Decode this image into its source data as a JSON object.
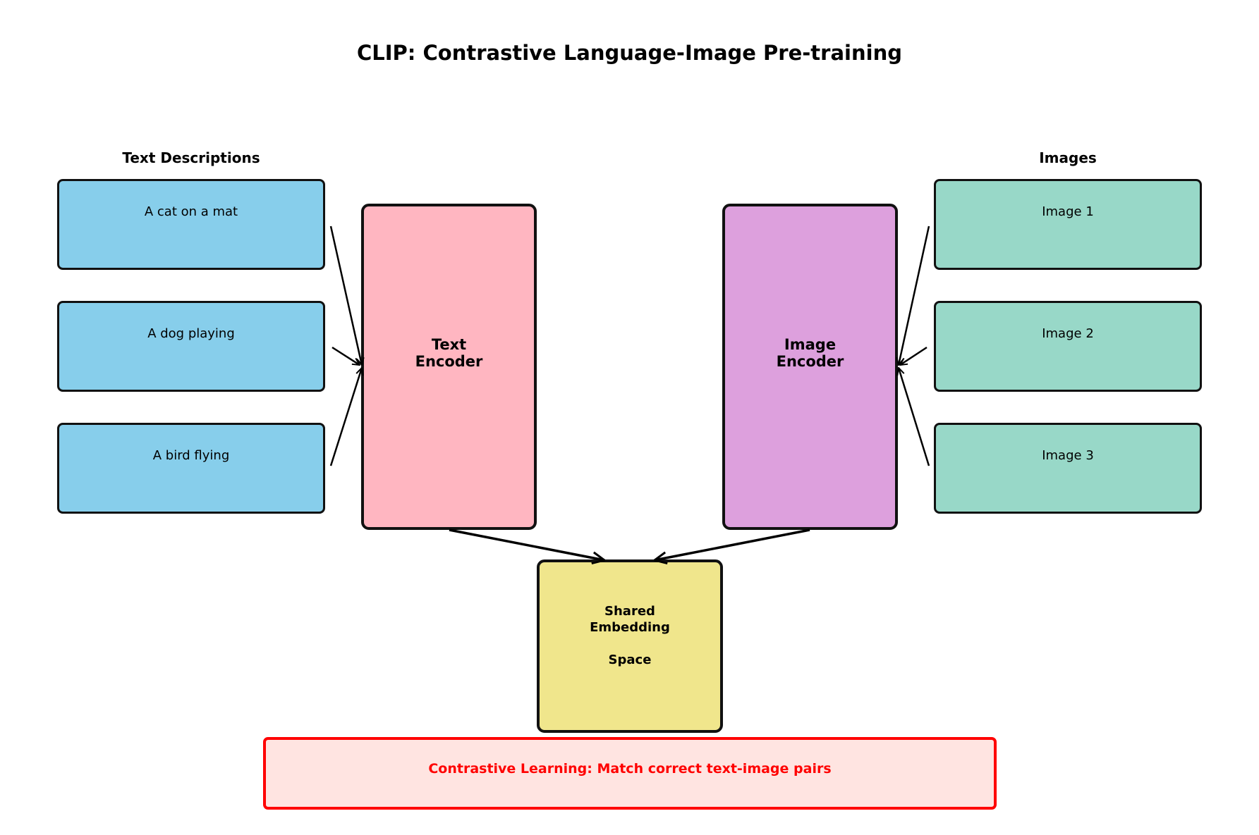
{
  "title": "CLIP: Contrastive Language-Image Pre-training",
  "text_column": {
    "label": "Text Descriptions",
    "color": "#87CEEB",
    "items": [
      "A cat on a mat",
      "A dog playing",
      "A bird flying"
    ]
  },
  "image_column": {
    "label": "Images",
    "color": "#98D8C8",
    "items": [
      "Image 1",
      "Image 2",
      "Image 3"
    ]
  },
  "text_encoder": {
    "label": "Text\nEncoder",
    "color": "#FFB6C1"
  },
  "image_encoder": {
    "label": "Image\nEncoder",
    "color": "#DDA0DD"
  },
  "shared_space": {
    "label": "Shared\nEmbedding\n\nSpace",
    "color": "#F0E68C"
  },
  "contrastive_note": {
    "label": "Contrastive Learning: Match correct text-image pairs",
    "color": "#FF0000",
    "background": "#FFE4E1"
  },
  "edges": [
    {
      "from": "A cat on a mat",
      "to": "Text Encoder"
    },
    {
      "from": "A dog playing",
      "to": "Text Encoder"
    },
    {
      "from": "A bird flying",
      "to": "Text Encoder"
    },
    {
      "from": "Image 1",
      "to": "Image Encoder"
    },
    {
      "from": "Image 2",
      "to": "Image Encoder"
    },
    {
      "from": "Image 3",
      "to": "Image Encoder"
    },
    {
      "from": "Text Encoder",
      "to": "Shared Embedding Space"
    },
    {
      "from": "Image Encoder",
      "to": "Shared Embedding Space"
    }
  ]
}
